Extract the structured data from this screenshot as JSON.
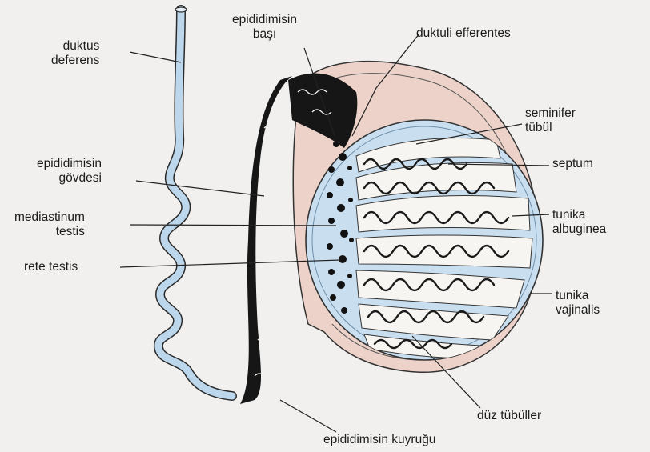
{
  "labels": {
    "duktus_deferens": [
      "duktus",
      "deferens"
    ],
    "epididimis_basi": [
      "epididimisin",
      "başı"
    ],
    "duktuli_efferentes": "duktuli efferentes",
    "seminifer_tubul": [
      "seminifer",
      "tübül"
    ],
    "epididimis_govdesi": [
      "epididimisin",
      "gövdesi"
    ],
    "septum": "septum",
    "mediastinum_testis": [
      "mediastinum",
      "testis"
    ],
    "tunika_albuginea": [
      "tunika",
      "albuginea"
    ],
    "rete_testis": "rete testis",
    "tunika_vajinalis": [
      "tunika",
      "vajinalis"
    ],
    "duz_tubuller": "düz tübüller",
    "epididimis_kuyrugu": "epididimisin kuyruğu"
  },
  "colors": {
    "background": "#f1f0ee",
    "testis_fill": "#c9dff0",
    "tubule_fill": "#f6f4f0",
    "tunica_vaginalis": "#e8c9c0",
    "duct_fill": "#bcd7ec",
    "epididymis": "#141414",
    "line": "#222222"
  }
}
